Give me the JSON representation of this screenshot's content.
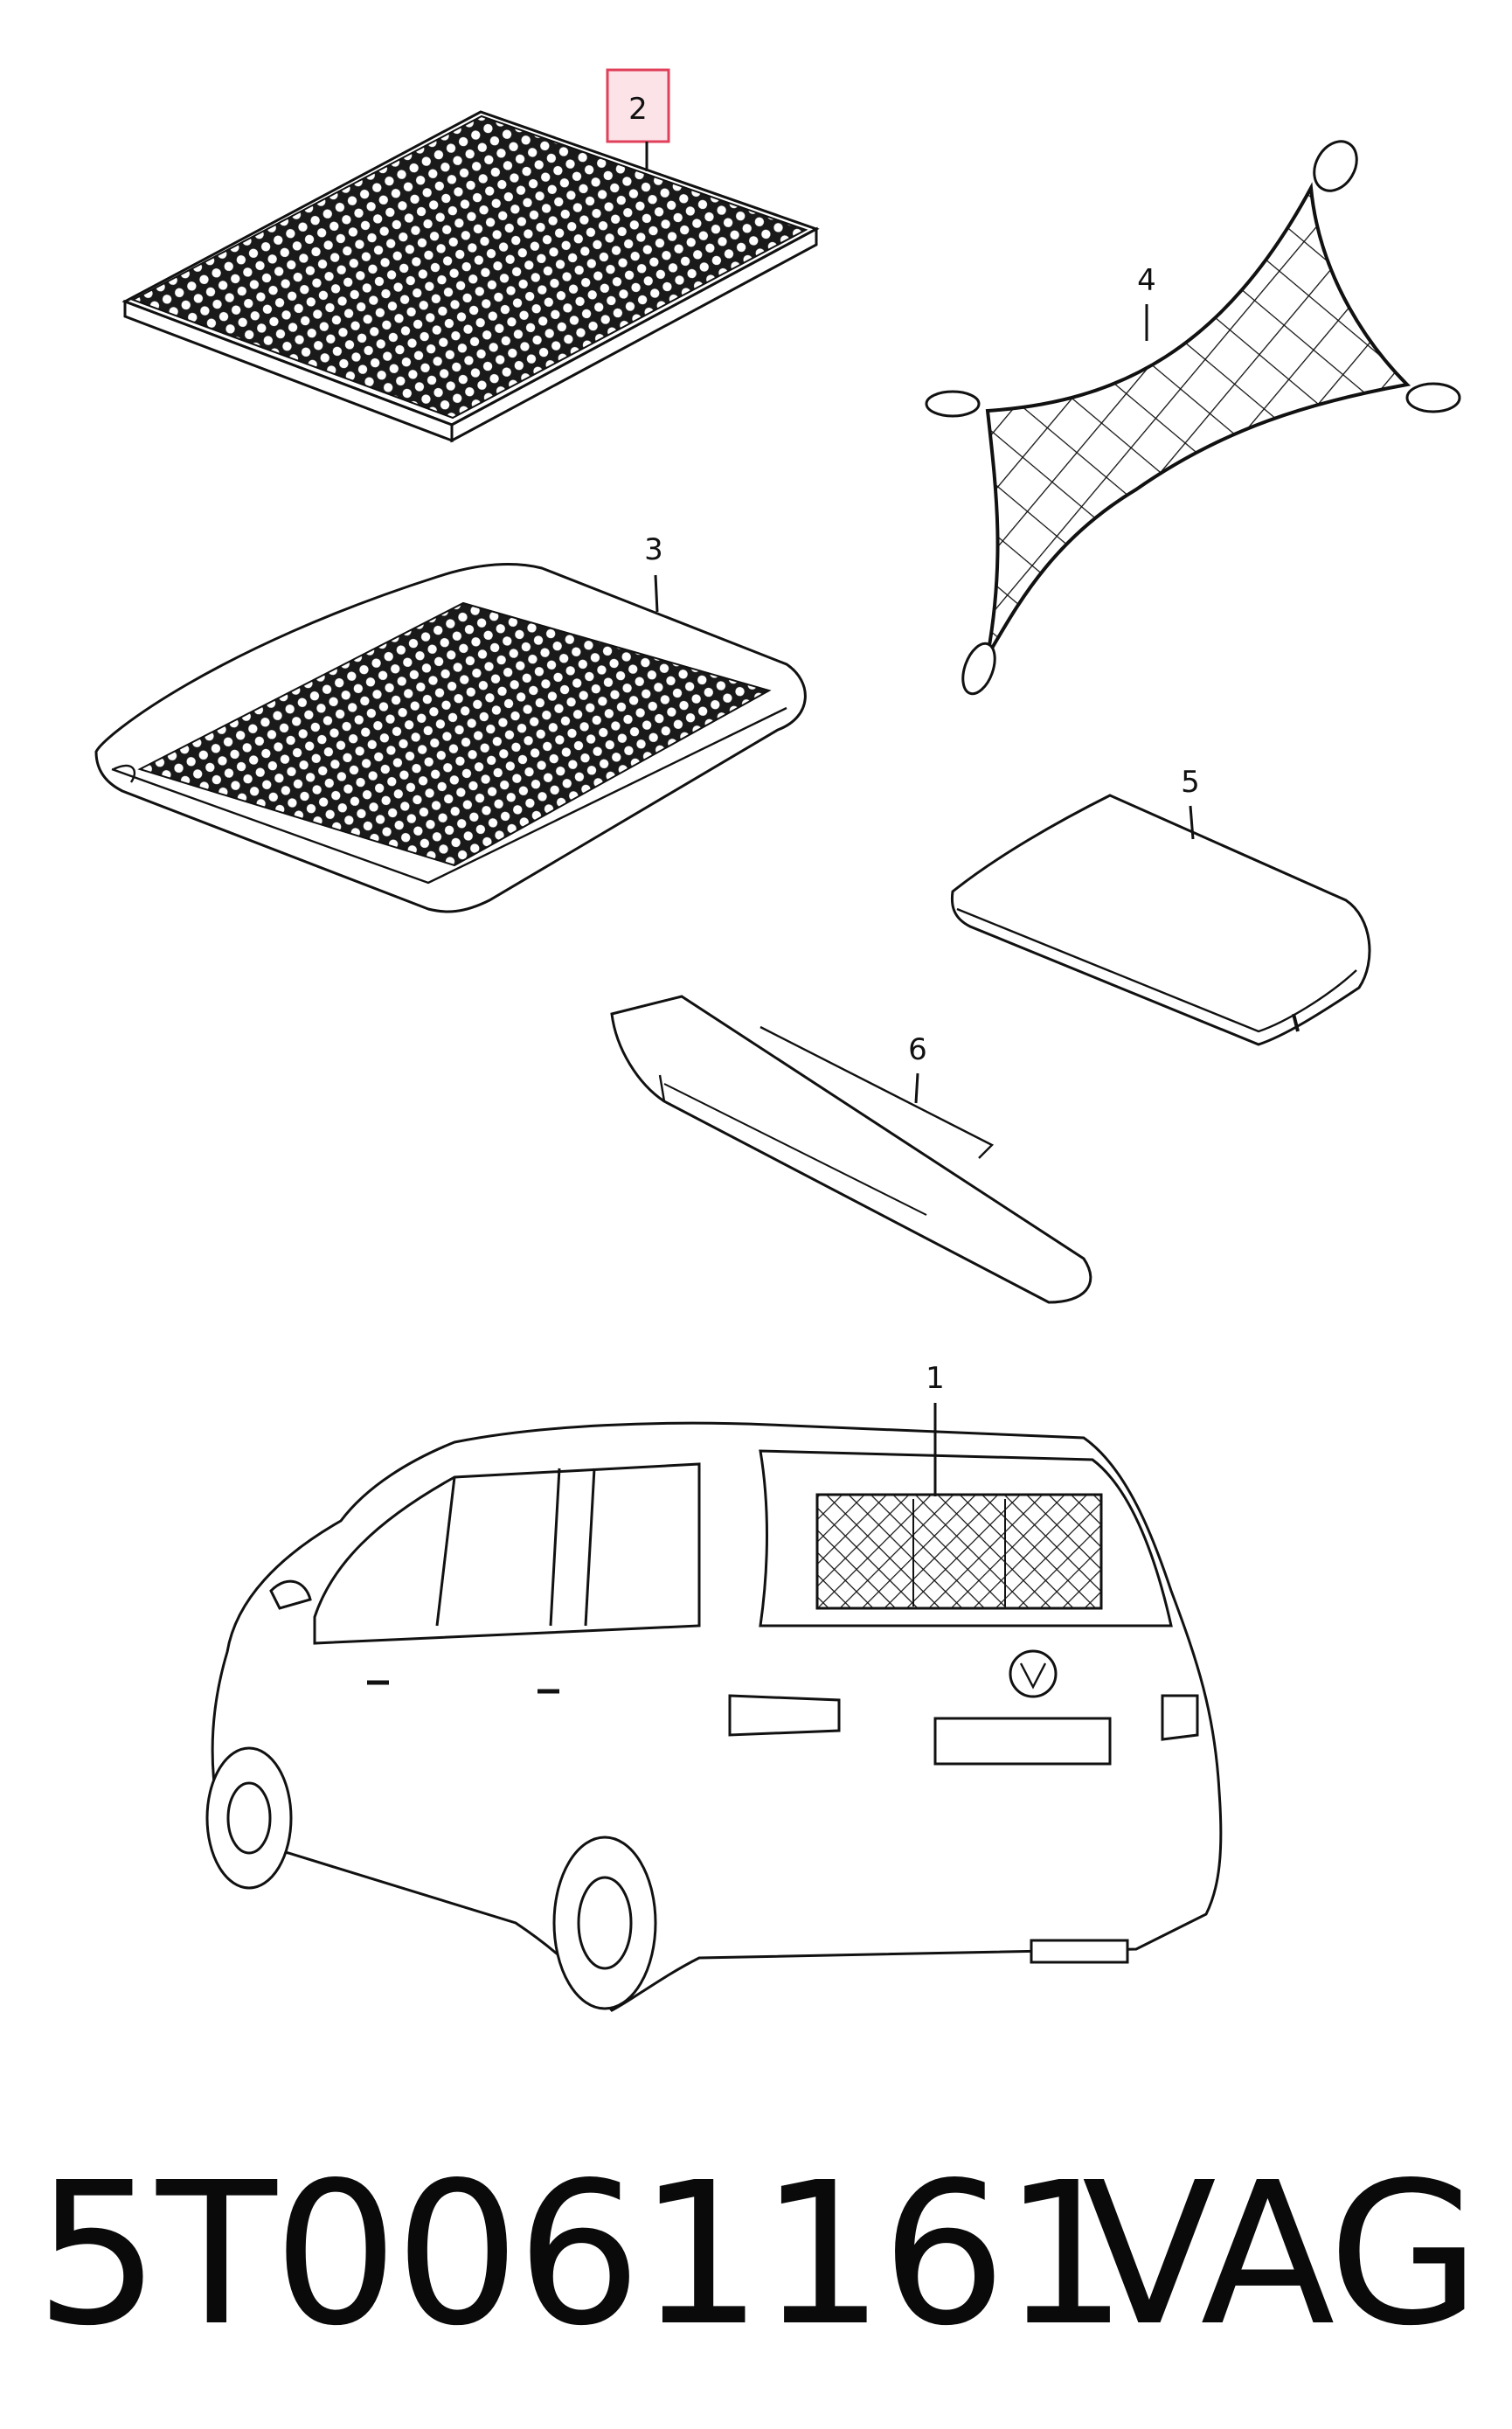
{
  "callouts": {
    "item_1": "1",
    "item_2": "2",
    "item_3": "3",
    "item_4": "4",
    "item_5": "5",
    "item_6": "6"
  },
  "highlight": {
    "item": "2",
    "color": "#e0405a",
    "fill": "#fbe3e8"
  },
  "caption": {
    "part_number": "5T0061161",
    "brand": "VAG"
  }
}
